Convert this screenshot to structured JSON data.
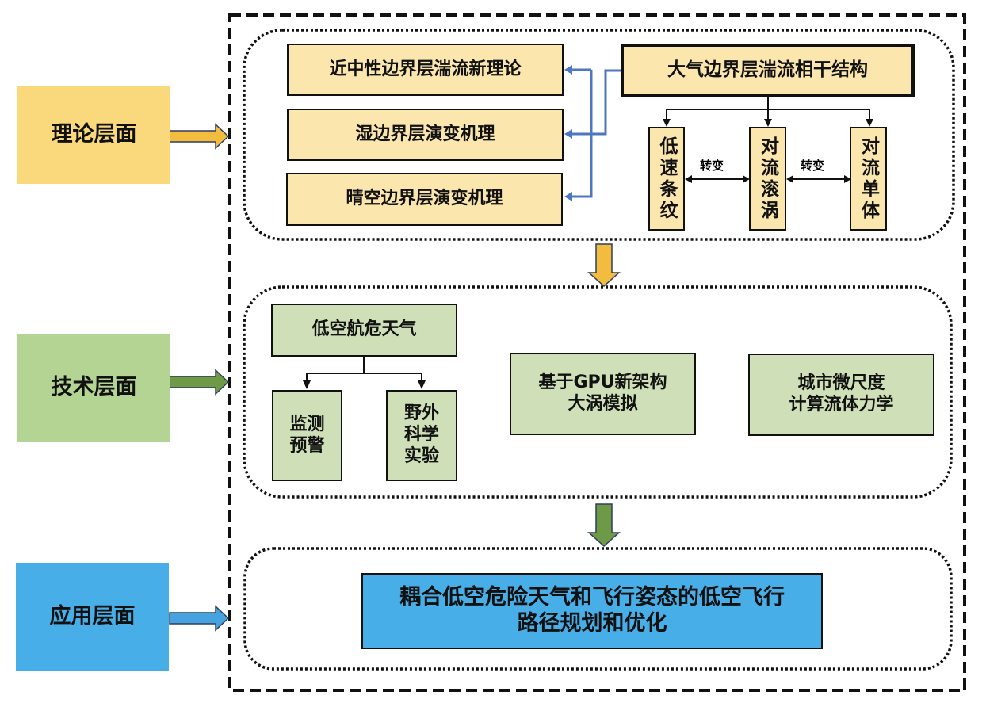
{
  "levels": [
    {
      "label": "理论层面",
      "color": "#f9d97c",
      "arrow_color": "#f2bc3f"
    },
    {
      "label": "技术层面",
      "color": "#b4d494",
      "arrow_color": "#6e9a47"
    },
    {
      "label": "应用层面",
      "color": "#47aee8",
      "arrow_color": "#47a2e0"
    }
  ],
  "theory": {
    "left_boxes": [
      "近中性边界层湍流新理论",
      "湿边界层演变机理",
      "晴空边界层演变机理"
    ],
    "main_box": "大气边界层湍流相干结构",
    "sub_boxes": [
      "低速条纹",
      "对流滚涡",
      "对流单体"
    ],
    "transitions": [
      "转变",
      "转变"
    ],
    "connector_color": "#4f76c1"
  },
  "technology": {
    "weather_box": "低空航危天气",
    "weather_children": [
      "监测预警",
      "野外科学实验"
    ],
    "gpu_box": {
      "line1": "基于GPU新架构",
      "line2": "大涡模拟"
    },
    "cfd_box": {
      "line1": "城市微尺度",
      "line2": "计算流体力学"
    }
  },
  "application": {
    "box": {
      "line1": "耦合低空危险天气和飞行姿态的低空飞行",
      "line2": "路径规划和优化"
    }
  },
  "flow_arrows": {
    "theory_to_tech_color": "#f2bc3f",
    "tech_to_app_color": "#6e9a47"
  }
}
